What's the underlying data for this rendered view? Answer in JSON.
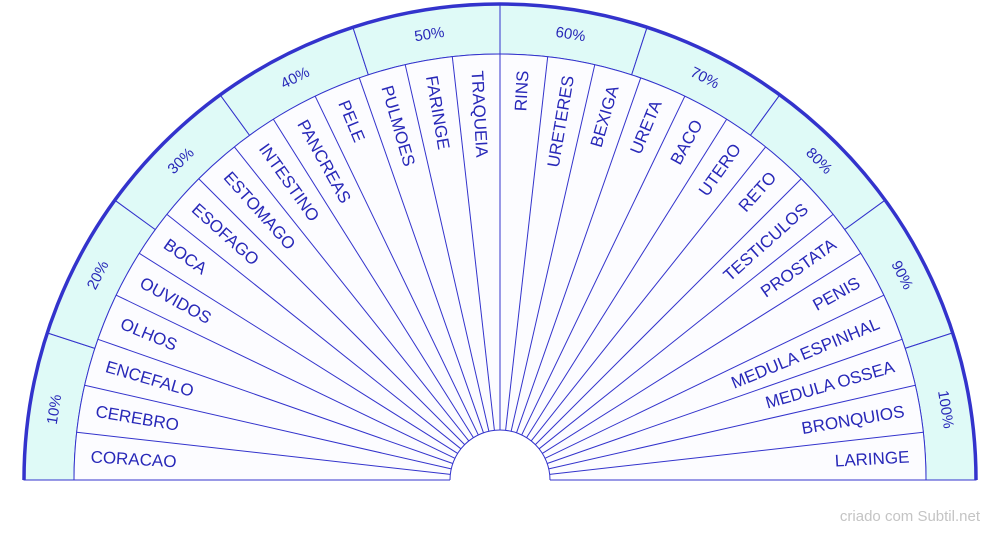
{
  "chart_data": {
    "type": "radial-chart",
    "percent_labels": [
      "10%",
      "20%",
      "30%",
      "40%",
      "50%",
      "60%",
      "70%",
      "80%",
      "90%",
      "100%"
    ],
    "items": [
      "CORACAO",
      "CEREBRO",
      "ENCEFALO",
      "OLHOS",
      "OUVIDOS",
      "BOCA",
      "ESOFAGO",
      "ESTOMAGO",
      "INTESTINO",
      "PANCREAS",
      "PELE",
      "PULMOES",
      "FARINGE",
      "TRAQUEIA",
      "RINS",
      "URETERES",
      "BEXIGA",
      "URETA",
      "BACO",
      "UTERO",
      "RETO",
      "TESTICULOS",
      "PROSTATA",
      "PENIS",
      "MEDULA ESPINHAL",
      "MEDULA OSSEA",
      "BRONQUIOS",
      "LARINGE"
    ]
  },
  "colors": {
    "line": "#3333cc",
    "outer_band": "#dffaf7",
    "inner_fill": "#fcfcff",
    "text": "#2828b8"
  },
  "credit": "criado com Subtil.net"
}
